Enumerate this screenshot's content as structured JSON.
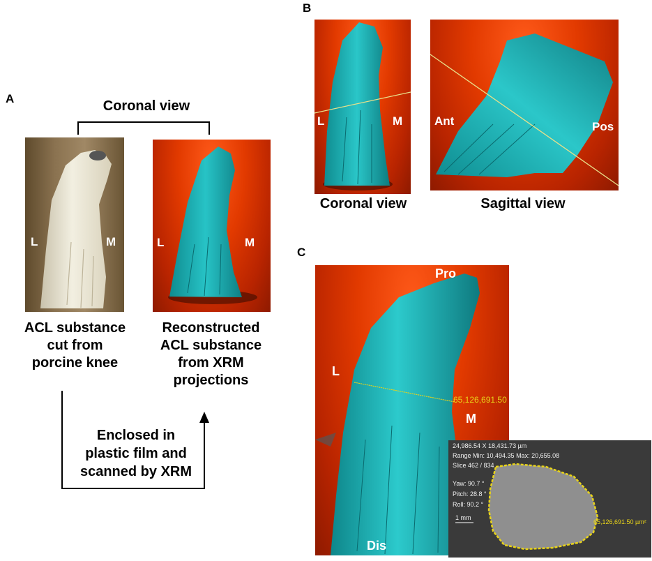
{
  "panel_a": {
    "letter": "A",
    "bracket_label": "Coronal view",
    "photo": {
      "label_l": "L",
      "label_m": "M"
    },
    "recon": {
      "label_l": "L",
      "label_m": "M"
    },
    "caption_left": [
      "ACL substance",
      "cut from",
      "porcine knee"
    ],
    "caption_right": [
      "Reconstructed",
      "ACL substance",
      "from XRM",
      "projections"
    ],
    "arrow_text": [
      "Enclosed in",
      "plastic film and",
      "scanned by XRM"
    ]
  },
  "panel_b": {
    "letter": "B",
    "coronal": {
      "label_l": "L",
      "label_m": "M",
      "caption": "Coronal view"
    },
    "sagittal": {
      "label_ant": "Ant",
      "label_pos": "Pos",
      "caption": "Sagittal view"
    }
  },
  "panel_c": {
    "letter": "C",
    "label_pro": "Pro",
    "label_dis": "Dis",
    "label_l": "L",
    "label_m": "M",
    "area_measure": "65,126,691.50 µm²",
    "xrm_inset": {
      "line1": "24,986.54 X 18,431.73 µm",
      "line2": "Range Min: 10,494.35 Max: 20,655.08",
      "line3": "Slice 462 / 834",
      "yaw": "Yaw: 90.7 °",
      "pitch": "Pitch: 28.8 °",
      "roll": "Roll: 90.2 °",
      "scale": "1 mm",
      "area": "65,126,691.50 µm²"
    }
  },
  "colors": {
    "background_red": "#d63300",
    "ligament_teal": "#19b5b8",
    "measurement_yellow": "#e8d31a",
    "inset_gray": "#8f8f8f"
  }
}
